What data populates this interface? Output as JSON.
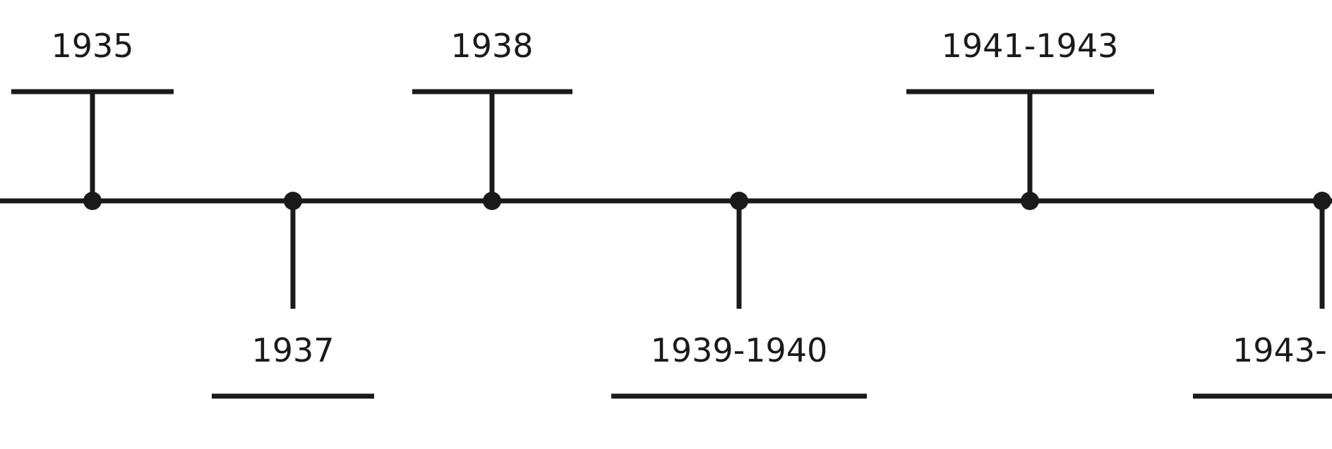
{
  "timeline": {
    "events": [
      {
        "label": "1935",
        "position": "above"
      },
      {
        "label": "1937",
        "position": "below"
      },
      {
        "label": "1938",
        "position": "above"
      },
      {
        "label": "1939-1940",
        "position": "below"
      },
      {
        "label": "1941-1943",
        "position": "above"
      },
      {
        "label": "1943-",
        "position": "below"
      }
    ],
    "line_color": "#1a1a1a",
    "background": "#ffffff"
  }
}
